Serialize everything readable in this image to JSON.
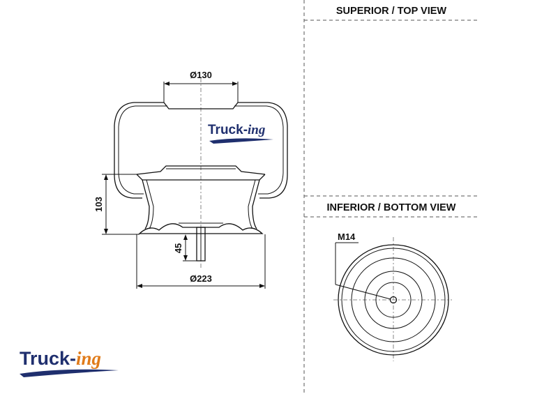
{
  "views": {
    "top_title": "SUPERIOR / TOP VIEW",
    "bottom_title": "INFERIOR / BOTTOM VIEW"
  },
  "dimensions": {
    "top_diameter": "Ø130",
    "height": "103",
    "stud_length": "45",
    "base_diameter": "Ø223",
    "thread": "M14"
  },
  "brand": {
    "name_main": "Truck-",
    "name_script": "ing",
    "color_main": "#1f2f6e",
    "color_script": "#e07b1a",
    "color_swoosh": "#1f2f6e"
  }
}
